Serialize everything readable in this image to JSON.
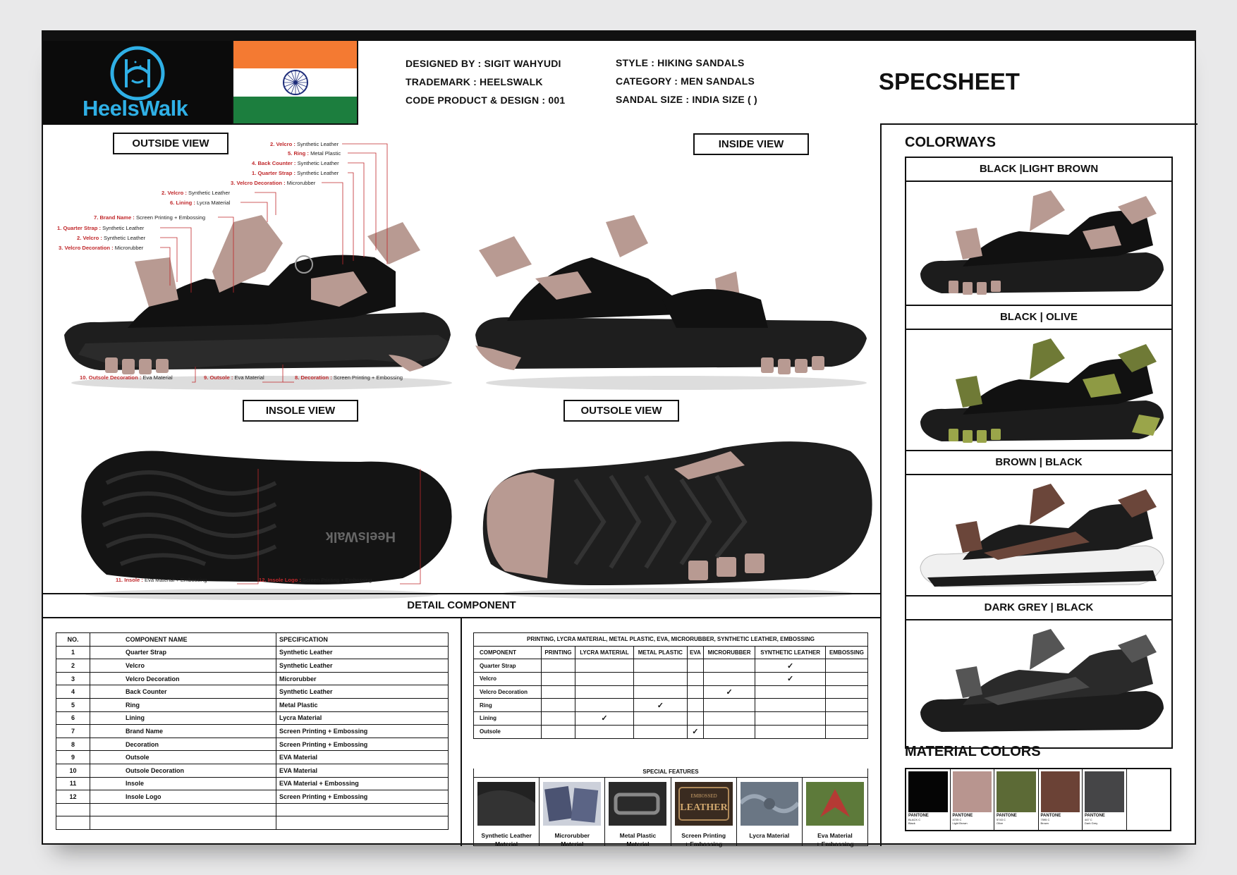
{
  "brand": {
    "name": "HeelsWalk"
  },
  "meta": {
    "designed_by": "DESIGNED BY : SIGIT WAHYUDI",
    "trademark": "TRADEMARK : HEELSWALK",
    "code": "CODE PRODUCT & DESIGN : 001",
    "style": "STYLE : HIKING SANDALS",
    "category": "CATEGORY : MEN SANDALS",
    "size": "SANDAL SIZE : INDIA SIZE (   )"
  },
  "title": "SPECSHEET",
  "views": {
    "outside": "OUTSIDE VIEW",
    "inside": "INSIDE VIEW",
    "insole": "INSOLE VIEW",
    "outsole": "OUTSOLE VIEW"
  },
  "callouts": [
    {
      "num": "2. Velcro :",
      "mat": "Synthetic Leather"
    },
    {
      "num": "5. Ring :",
      "mat": "Metal Plastic"
    },
    {
      "num": "4. Back Counter :",
      "mat": "Synthetic Leather"
    },
    {
      "num": "1. Quarter Strap :",
      "mat": "Synthetic Leather"
    },
    {
      "num": "3. Velcro Decoration :",
      "mat": "Microrubber"
    },
    {
      "num": "2. Velcro :",
      "mat": "Synthetic Leather"
    },
    {
      "num": "6. Lining :",
      "mat": "Lycra Material"
    },
    {
      "num": "7. Brand Name :",
      "mat": "Screen Printing + Embossing"
    },
    {
      "num": "1. Quarter Strap :",
      "mat": "Synthetic Leather"
    },
    {
      "num": "2. Velcro :",
      "mat": "Synthetic Leather"
    },
    {
      "num": "3. Velcro Decoration :",
      "mat": "Microrubber"
    },
    {
      "num": "10. Outsole Decoration :",
      "mat": "Eva Material"
    },
    {
      "num": "9. Outsole :",
      "mat": "Eva Material"
    },
    {
      "num": "8. Decoration :",
      "mat": "Screen Printing + Embossing"
    },
    {
      "num": "11. Insole :",
      "mat": "Eva Material + Embossing"
    },
    {
      "num": "12. Insole Logo :",
      "mat": "Screen Printing + Embossing"
    }
  ],
  "insole_logo": "HeelsWalk",
  "colorways": {
    "title": "COLORWAYS",
    "items": [
      {
        "label": "BLACK |LIGHT BROWN",
        "accent": "#b89a92",
        "base": "#1c1c1c"
      },
      {
        "label": "BLACK | OLIVE",
        "accent": "#6f7a36",
        "base": "#1c1c1c"
      },
      {
        "label": "BROWN | BLACK",
        "accent": "#6b463a",
        "base": "#1c1c1c"
      },
      {
        "label": "DARK GREY | BLACK",
        "accent": "#4a4a4a",
        "base": "#1c1c1c"
      }
    ]
  },
  "material_colors": {
    "title": "MATERIAL COLORS",
    "swatches": [
      {
        "color": "#050505",
        "pantone": "PANTONE",
        "code": "BLACK C",
        "name": "Black"
      },
      {
        "color": "#b8958f",
        "pantone": "PANTONE",
        "code": "4725 C",
        "name": "Light Brown"
      },
      {
        "color": "#5c6a36",
        "pantone": "PANTONE",
        "code": "5743 C",
        "name": "Olive"
      },
      {
        "color": "#6b4236",
        "pantone": "PANTONE",
        "code": "7595 C",
        "name": "Brown"
      },
      {
        "color": "#454547",
        "pantone": "PANTONE",
        "code": "447 C",
        "name": "Dark Grey"
      },
      {
        "color": "#ffffff",
        "pantone": "",
        "code": "",
        "name": ""
      }
    ]
  },
  "detail": {
    "title": "DETAIL COMPONENT",
    "headers": [
      "NO.",
      "COMPONENT NAME",
      "SPECIFICATION"
    ],
    "rows": [
      [
        "1",
        "Quarter Strap",
        "Synthetic Leather"
      ],
      [
        "2",
        "Velcro",
        "Synthetic Leather"
      ],
      [
        "3",
        "Velcro Decoration",
        "Microrubber"
      ],
      [
        "4",
        "Back Counter",
        "Synthetic Leather"
      ],
      [
        "5",
        "Ring",
        "Metal Plastic"
      ],
      [
        "6",
        "Lining",
        "Lycra Material"
      ],
      [
        "7",
        "Brand Name",
        "Screen Printing + Embossing"
      ],
      [
        "8",
        "Decoration",
        "Screen Printing + Embossing"
      ],
      [
        "9",
        "Outsole",
        "EVA Material"
      ],
      [
        "10",
        "Outsole Decoration",
        "EVA Material"
      ],
      [
        "11",
        "Insole",
        "EVA Material + Embossing"
      ],
      [
        "12",
        "Insole Logo",
        "Screen Printing + Embossing"
      ],
      [
        "",
        "",
        ""
      ],
      [
        "",
        "",
        ""
      ]
    ]
  },
  "material_matrix": {
    "title": "PRINTING, LYCRA MATERIAL, METAL PLASTIC, EVA, MICRORUBBER, SYNTHETIC LEATHER, EMBOSSING",
    "headers": [
      "COMPONENT",
      "PRINTING",
      "LYCRA MATERIAL",
      "METAL PLASTIC",
      "EVA",
      "MICRORUBBER",
      "SYNTHETIC LEATHER",
      "EMBOSSING"
    ],
    "rows": [
      {
        "name": "Quarter Strap",
        "checks": [
          "",
          "",
          "",
          "",
          "",
          "✓",
          ""
        ]
      },
      {
        "name": "Velcro",
        "checks": [
          "",
          "",
          "",
          "",
          "",
          "✓",
          ""
        ]
      },
      {
        "name": "Velcro Decoration",
        "checks": [
          "",
          "",
          "",
          "",
          "✓",
          "",
          ""
        ]
      },
      {
        "name": "Ring",
        "checks": [
          "",
          "",
          "✓",
          "",
          "",
          "",
          ""
        ]
      },
      {
        "name": "Lining",
        "checks": [
          "",
          "✓",
          "",
          "",
          "",
          "",
          ""
        ]
      },
      {
        "name": "Outsole",
        "checks": [
          "",
          "",
          "",
          "✓",
          "",
          "",
          ""
        ]
      }
    ]
  },
  "special_features": {
    "title": "SPECIAL FEATURES",
    "items": [
      {
        "label1": "Synthetic Leather",
        "label2": "Material"
      },
      {
        "label1": "Microrubber",
        "label2": "Material"
      },
      {
        "label1": "Metal Plastic",
        "label2": "Material"
      },
      {
        "label1": "Screen Printing",
        "label2": "+ Embossing",
        "stamp1": "EMBOSSED",
        "stamp2": "LEATHER"
      },
      {
        "label1": "Lycra Material",
        "label2": ""
      },
      {
        "label1": "Eva Material",
        "label2": "+ Embossing"
      }
    ]
  }
}
